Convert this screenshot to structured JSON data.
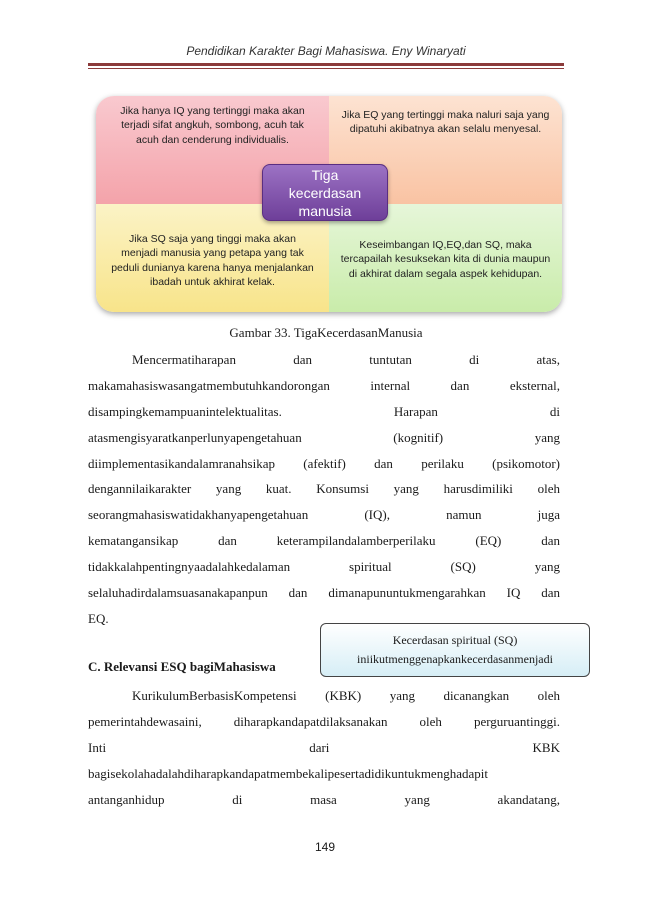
{
  "header": {
    "running_title": "Pendidikan Karakter Bagi Mahasiswa. Eny Winaryati"
  },
  "diagram": {
    "top_left": "Jika hanya IQ yang tertinggi maka akan terjadi sifat angkuh, sombong, acuh tak acuh dan cenderung individualis.",
    "top_right": "Jika EQ yang tertinggi maka naluri saja yang dipatuhi akibatnya akan selalu menyesal.",
    "bottom_left": "Jika SQ saja yang tinggi maka akan menjadi manusia yang petapa yang tak peduli dunianya karena hanya menjalankan ibadah untuk akhirat kelak.",
    "bottom_right": "Keseimbangan IQ,EQ,dan SQ, maka tercapailah kesuksekan kita di dunia maupun di akhirat dalam segala aspek kehidupan.",
    "center": [
      "Tiga",
      "kecerdasan",
      "manusia"
    ],
    "colors": {
      "center": "#7b4ca6",
      "top_left": "#f6b2b8",
      "top_right": "#fbd2b8",
      "bottom_left": "#f9ec9f",
      "bottom_right": "#d4f0bb"
    }
  },
  "caption": "Gambar 33. TigaKecerdasanManusia",
  "paragraph1": [
    "Mencermatiharapan dan tuntutan di atas,",
    "makamahasiswasangatmembutuhkandorongan internal dan eksternal,",
    "disampingkemampuanintelektualitas. Harapan di",
    "atasmengisyaratkanperlunyapengetahuan (kognitif) yang",
    "diimplementasikandalamranahsikap (afektif) dan perilaku (psikomotor)",
    "dengannilaikarakter yang kuat. Konsumsi yang harusdimiliki oleh",
    "seorangmahasiswatidakhanyapengetahuan (IQ), namun juga",
    "kematangansikap dan keterampilandalamberperilaku (EQ) dan",
    "tidakkalahpentingnyaadalahkedalaman spiritual (SQ) yang",
    "selaluhadirdalamsuasanakapanpun dan dimanapununtukmengarahkan IQ dan",
    "EQ."
  ],
  "section_heading": "C. Relevansi ESQ bagiMahasiswa",
  "callout": [
    "Kecerdasan spiritual (SQ)",
    "iniikutmenggenapkankecerdasanmenjadi"
  ],
  "paragraph2": [
    "KurikulumBerbasisKompetensi (KBK) yang dicanangkan oleh",
    "pemerintahdewasaini, diharapkandapatdilaksanakan oleh perguruantinggi.",
    "Inti dari KBK",
    "bagisekolahadalahdiharapkandapatmembekalipesertadidikuntukmenghadapit",
    "antanganhidup di masa yang akandatang,"
  ],
  "page_number": "149"
}
